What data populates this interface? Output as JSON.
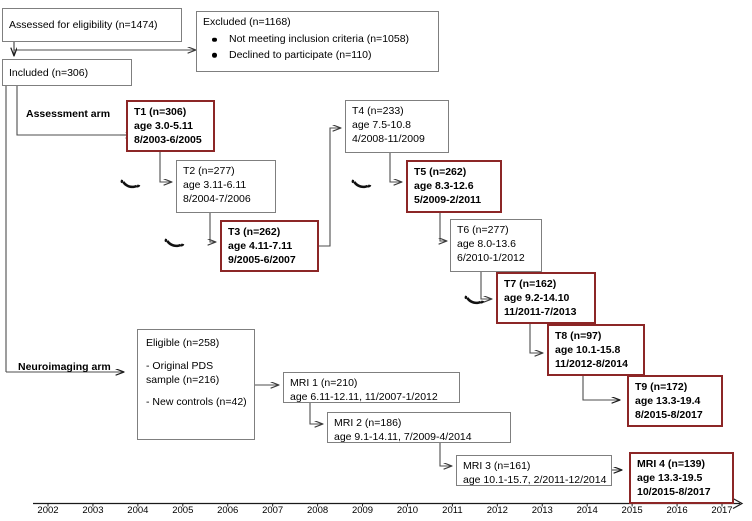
{
  "figure": {
    "type": "flowchart",
    "title": "Study participant flow and assessment timeline"
  },
  "top_flow": {
    "assessed": {
      "label": "Assessed for eligibility (n=1474)"
    },
    "excluded": {
      "title": "Excluded (n=1168)",
      "items": [
        "Not meeting inclusion criteria (n=1058)",
        "Declined to participate (n=110)"
      ]
    },
    "included": {
      "label": "Included (n=306)"
    }
  },
  "arms": {
    "assessment_label": "Assessment arm",
    "neuroimaging_label": "Neuroimaging arm"
  },
  "assessment_waves": [
    {
      "id": "T1",
      "highlight": true,
      "title": "T1 (n=306)",
      "age": "age 3.0-5.11",
      "dates": "8/2003-6/2005"
    },
    {
      "id": "T2",
      "highlight": false,
      "title": "T2 (n=277)",
      "age": "age 3.11-6.11",
      "dates": "8/2004-7/2006"
    },
    {
      "id": "T3",
      "highlight": true,
      "title": "T3 (n=262)",
      "age": "age 4.11-7.11",
      "dates": "9/2005-6/2007"
    },
    {
      "id": "T4",
      "highlight": false,
      "title": "T4 (n=233)",
      "age": "age 7.5-10.8",
      "dates": "4/2008-11/2009"
    },
    {
      "id": "T5",
      "highlight": true,
      "title": "T5 (n=262)",
      "age": "age 8.3-12.6",
      "dates": "5/2009-2/2011"
    },
    {
      "id": "T6",
      "highlight": false,
      "title": "T6 (n=277)",
      "age": "age 8.0-13.6",
      "dates": "6/2010-1/2012"
    },
    {
      "id": "T7",
      "highlight": true,
      "title": "T7 (n=162)",
      "age": "age 9.2-14.10",
      "dates": "11/2011-7/2013"
    },
    {
      "id": "T8",
      "highlight": true,
      "title": "T8 (n=97)",
      "age": "age 10.1-15.8",
      "dates": "11/2012-8/2014"
    },
    {
      "id": "T9",
      "highlight": true,
      "title": "T9 (n=172)",
      "age": "age 13.3-19.4",
      "dates": "8/2015-8/2017"
    }
  ],
  "eligible": {
    "title": "Eligible (n=258)",
    "items": [
      "- Original PDS sample (n=216)",
      "- New controls (n=42)"
    ]
  },
  "mri_waves": [
    {
      "id": "MRI1",
      "highlight": false,
      "title": "MRI 1 (n=210)",
      "detail": "age 6.11-12.11, 11/2007-1/2012"
    },
    {
      "id": "MRI2",
      "highlight": false,
      "title": "MRI 2 (n=186)",
      "detail": "age 9.1-14.11, 7/2009-4/2014"
    },
    {
      "id": "MRI3",
      "highlight": false,
      "title": "MRI 3 (n=161)",
      "detail": "age 10.1-15.7, 2/2011-12/2014"
    },
    {
      "id": "MRI4",
      "highlight": true,
      "title": "MRI 4 (n=139)",
      "age": "age 13.3-19.5",
      "dates": "10/2015-8/2017"
    }
  ],
  "timeline": {
    "years": [
      "2002",
      "2003",
      "2004",
      "2005",
      "2006",
      "2007",
      "2008",
      "2009",
      "2010",
      "2011",
      "2012",
      "2013",
      "2014",
      "2015",
      "2016",
      "2017"
    ],
    "has_arrow_head": true
  },
  "colors": {
    "highlight_border": "#8c2626",
    "plain_border": "#7f7f7f",
    "line": "#595959",
    "text": "#000000",
    "background": "#ffffff"
  },
  "icons": {
    "phone_count": 4,
    "phone_name": "telephone-handset-icon"
  }
}
